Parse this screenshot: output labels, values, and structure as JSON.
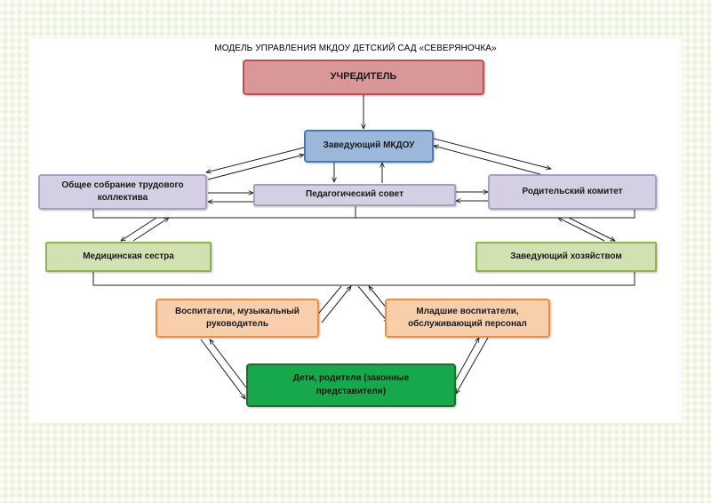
{
  "title": "МОДЕЛЬ УПРАВЛЕНИЯ МКДОУ ДЕТСКИЙ САД «СЕВЕРЯНОЧКА»",
  "nodes": {
    "founder": "УЧРЕДИТЕЛЬ",
    "head": "Заведующий МКДОУ",
    "general_meeting": "Общее собрание трудового коллектива",
    "ped_council": "Педагогический совет",
    "parents_committee": "Родительский комитет",
    "nurse": "Медицинская сестра",
    "supply_manager": "Заведующий хозяйством",
    "educators": "Воспитатели, музыкальный руководитель",
    "junior_staff": "Младшие воспитатели, обслуживающий персонал",
    "children_parents": "Дети, родители (законные представители)"
  },
  "colors": {
    "founder": "#d9979a",
    "head": "#9bb7d9",
    "councils": "#d4cfe3",
    "services": "#d2e1b2",
    "staff": "#f9cfab",
    "children": "#17a84c"
  }
}
